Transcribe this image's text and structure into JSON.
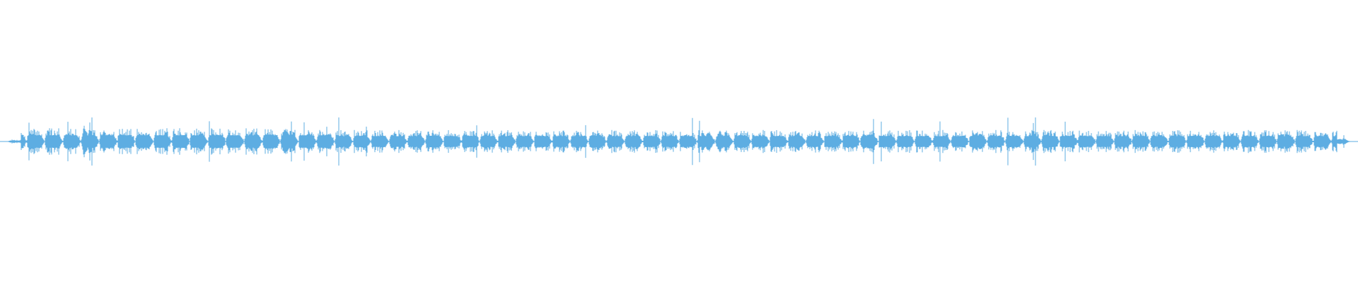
{
  "waveform": {
    "color": "#5DADE2",
    "background": "#FFFFFF",
    "description_free": true,
    "pattern": {
      "leading_silence": true,
      "trailing_silence": true,
      "burst_count": 74,
      "base_level": 0.22,
      "peak_level": 0.48,
      "seed": 7
    }
  }
}
